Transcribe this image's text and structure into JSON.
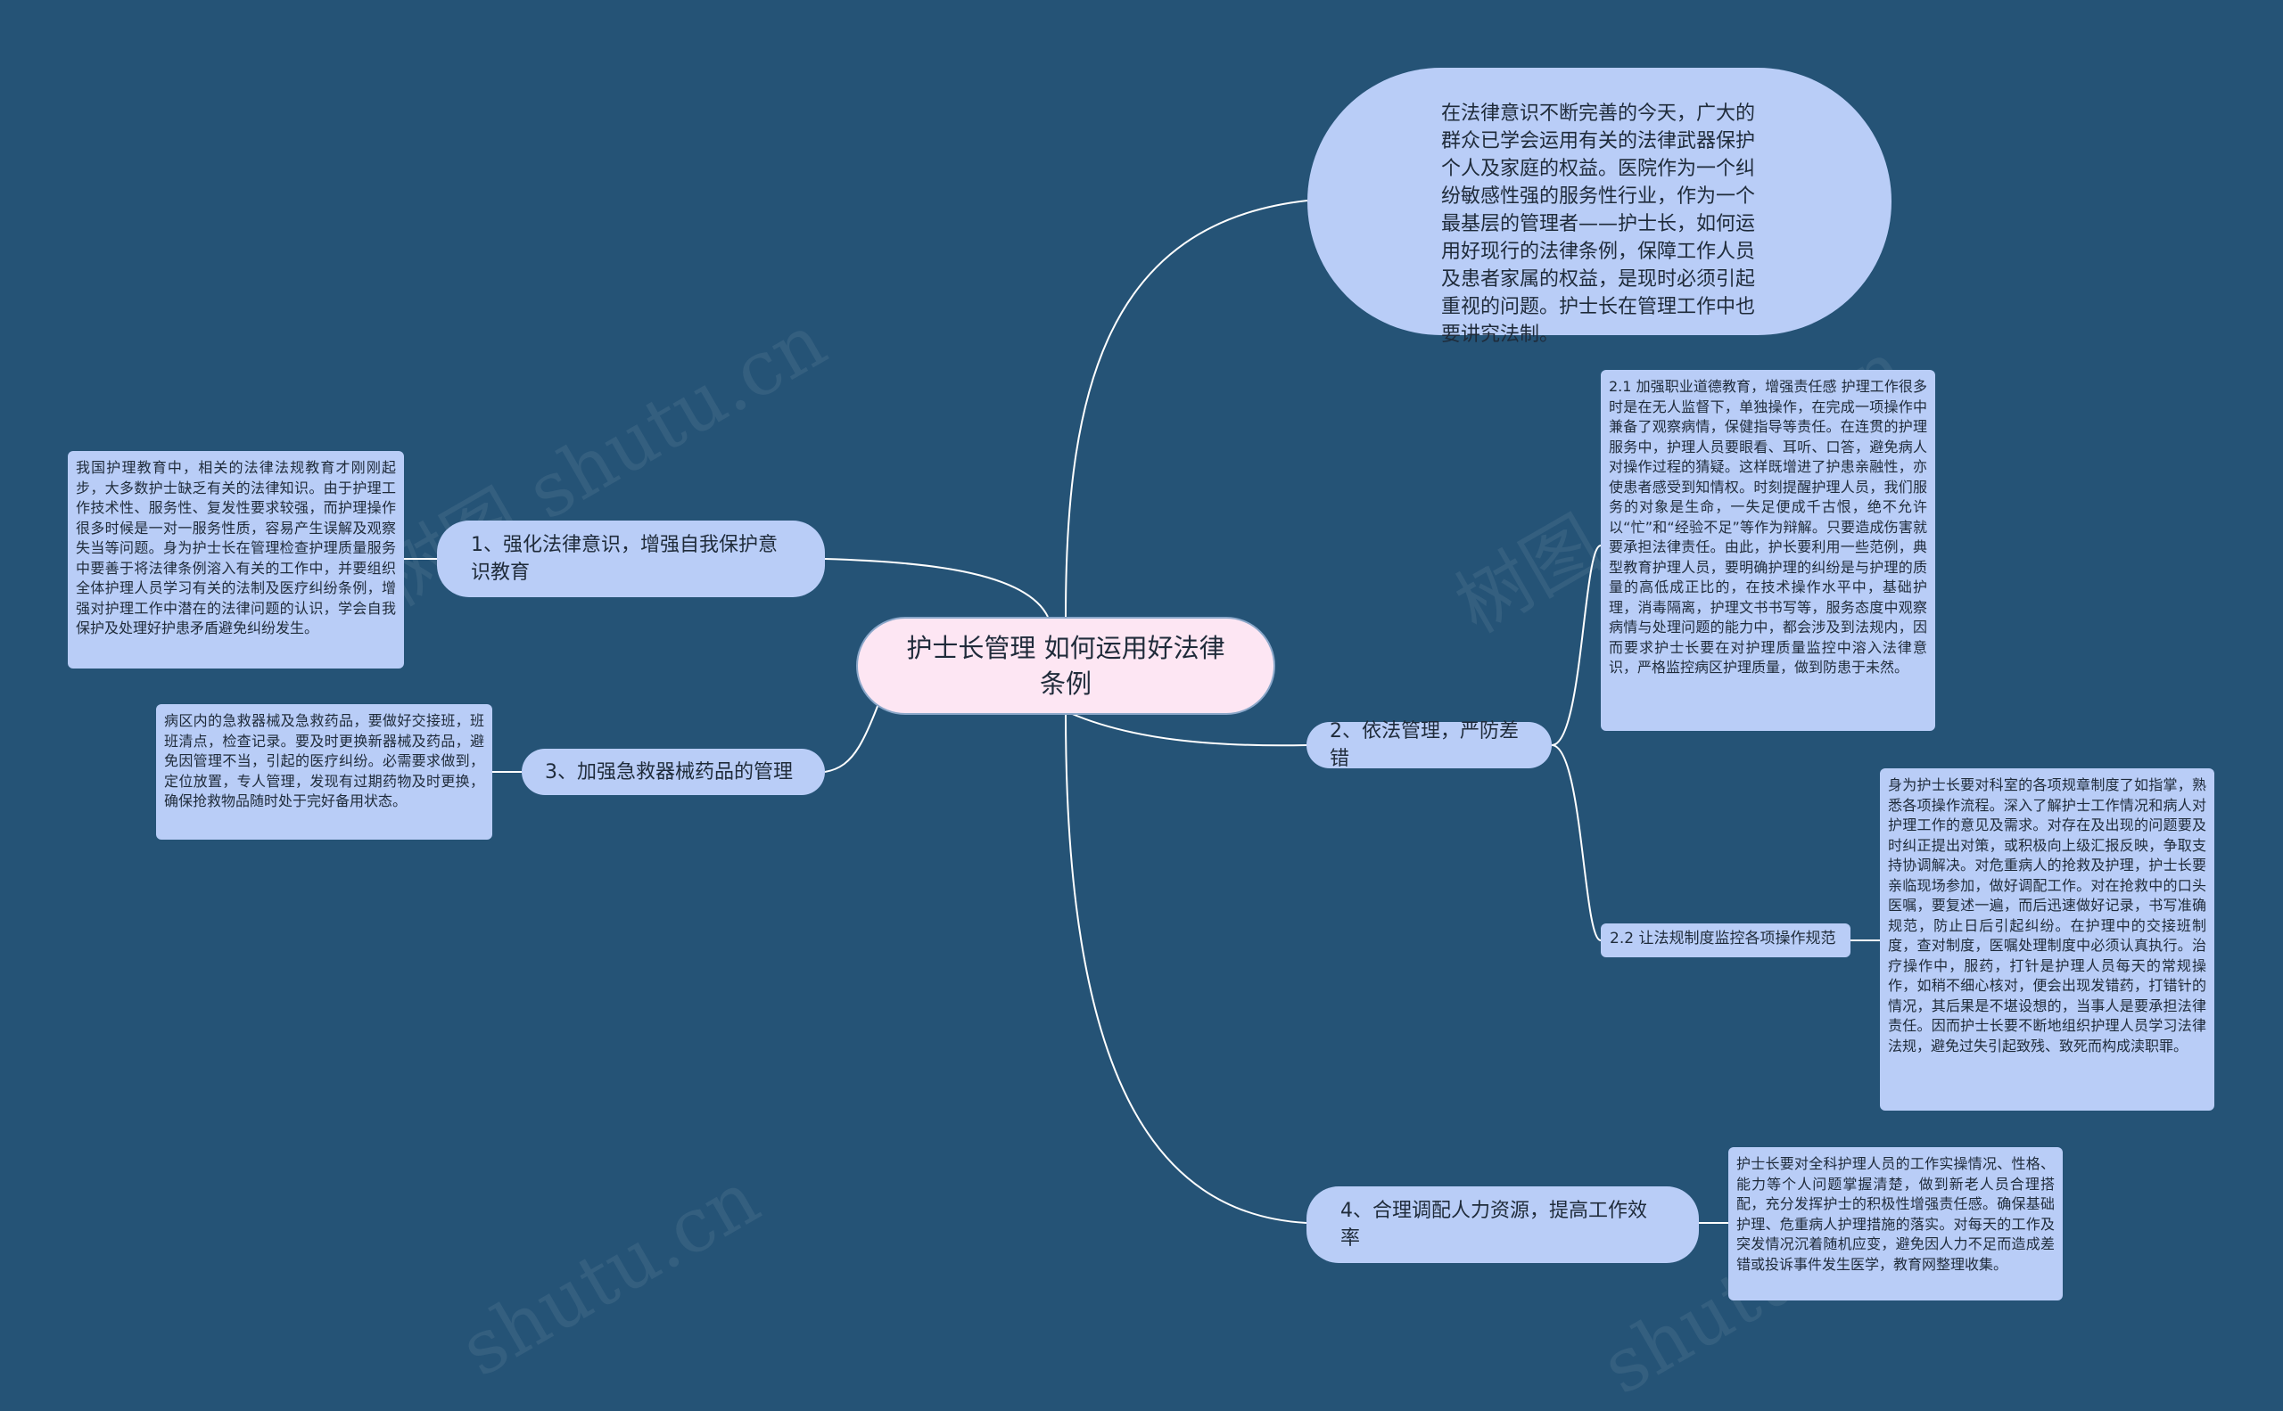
{
  "root": {
    "title": "护士长管理 如何运用好法律条例"
  },
  "intro": "在法律意识不断完善的今天，广大的群众已学会运用有关的法律武器保护个人及家庭的权益。医院作为一个纠纷敏感性强的服务性行业，作为一个最基层的管理者——护士长，如何运用好现行的法律条例，保障工作人员及患者家属的权益，是现时必须引起重视的问题。护士长在管理工作中也要讲究法制。",
  "branch1": {
    "label": "1、强化法律意识，增强自我保护意识教育",
    "detail": "我国护理教育中，相关的法律法规教育才刚刚起步，大多数护士缺乏有关的法律知识。由于护理工作技术性、服务性、复发性要求较强，而护理操作很多时候是一对一服务性质，容易产生误解及观察失当等问题。身为护士长在管理检查护理质量服务中要善于将法律条例溶入有关的工作中，并要组织全体护理人员学习有关的法制及医疗纠纷条例，增强对护理工作中潜在的法律问题的认识，学会自我保护及处理好护患矛盾避免纠纷发生。"
  },
  "branch3": {
    "label": "3、加强急救器械药品的管理",
    "detail": "病区内的急救器械及急救药品，要做好交接班，班班清点，检查记录。要及时更换新器械及药品，避免因管理不当，引起的医疗纠纷。必需要求做到，定位放置，专人管理，发现有过期药物及时更换，确保抢救物品随时处于完好备用状态。"
  },
  "branch2": {
    "label": "2、依法管理，严防差错",
    "sub1": "2.1 加强职业道德教育，增强责任感 护理工作很多时是在无人监督下，单独操作，在完成一项操作中兼备了观察病情，保健指导等责任。在连贯的护理服务中，护理人员要眼看、耳听、口答，避免病人对操作过程的猜疑。这样既增进了护患亲融性，亦使患者感受到知情权。时刻提醒护理人员，我们服务的对象是生命，一失足便成千古恨，绝不允许以“忙”和“经验不足”等作为辩解。只要造成伤害就要承担法律责任。由此，护长要利用一些范例，典型教育护理人员，要明确护理的纠纷是与护理的质量的高低成正比的，在技术操作水平中，基础护理，消毒隔离，护理文书书写等，服务态度中观察病情与处理问题的能力中，都会涉及到法规内，因而要求护士长要在对护理质量监控中溶入法律意识，严格监控病区护理质量，做到防患于未然。",
    "sub2": {
      "label": "2.2 让法规制度监控各项操作规范",
      "detail": "身为护士长要对科室的各项规章制度了如指掌，熟悉各项操作流程。深入了解护士工作情况和病人对护理工作的意见及需求。对存在及出现的问题要及时纠正提出对策，或积极向上级汇报反映，争取支持协调解决。对危重病人的抢救及护理，护士长要亲临现场参加，做好调配工作。对在抢救中的口头医嘱，要复述一遍，而后迅速做好记录，书写准确规范，防止日后引起纠纷。在护理中的交接班制度，查对制度，医嘱处理制度中必须认真执行。治疗操作中，服药，打针是护理人员每天的常规操作，如稍不细心核对，便会出现发错药，打错针的情况，其后果是不堪设想的，当事人是要承担法律责任。因而护士长要不断地组织护理人员学习法律法规，避免过失引起致残、致死而构成渎职罪。"
    }
  },
  "branch4": {
    "label": "4、合理调配人力资源，提高工作效率",
    "detail": "护士长要对全科护理人员的工作实操情况、性格、能力等个人问题掌握清楚，做到新老人员合理搭配，充分发挥护士的积极性增强责任感。确保基础护理、危重病人护理措施的落实。对每天的工作及突发情况沉着随机应变，避免因人力不足而造成差错或投诉事件发生医学，教育网整理收集。"
  },
  "watermark": [
    "树图 shutu.cn",
    "树图 shutu.cn",
    "shutu.cn",
    "shutu.cn"
  ]
}
